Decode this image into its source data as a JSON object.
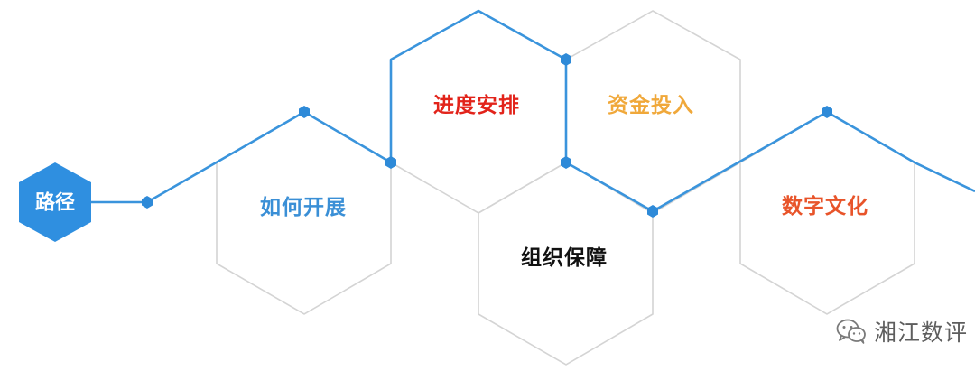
{
  "badge": {
    "label": "路径",
    "color": "#2f8fe0"
  },
  "hexagons": [
    {
      "id": "how-to-carry-out",
      "label": "如何开展",
      "color": "#3a8fd6"
    },
    {
      "id": "schedule",
      "label": "进度安排",
      "color": "#e2231a"
    },
    {
      "id": "organizational-support",
      "label": "组织保障",
      "color": "#111111"
    },
    {
      "id": "capital-investment",
      "label": "资金投入",
      "color": "#f0a83a"
    },
    {
      "id": "digital-culture",
      "label": "数字文化",
      "color": "#e8542a"
    }
  ],
  "path_color": "#3a94dc",
  "watermark": {
    "icon": "wechat-icon",
    "text": "湘江数评"
  }
}
